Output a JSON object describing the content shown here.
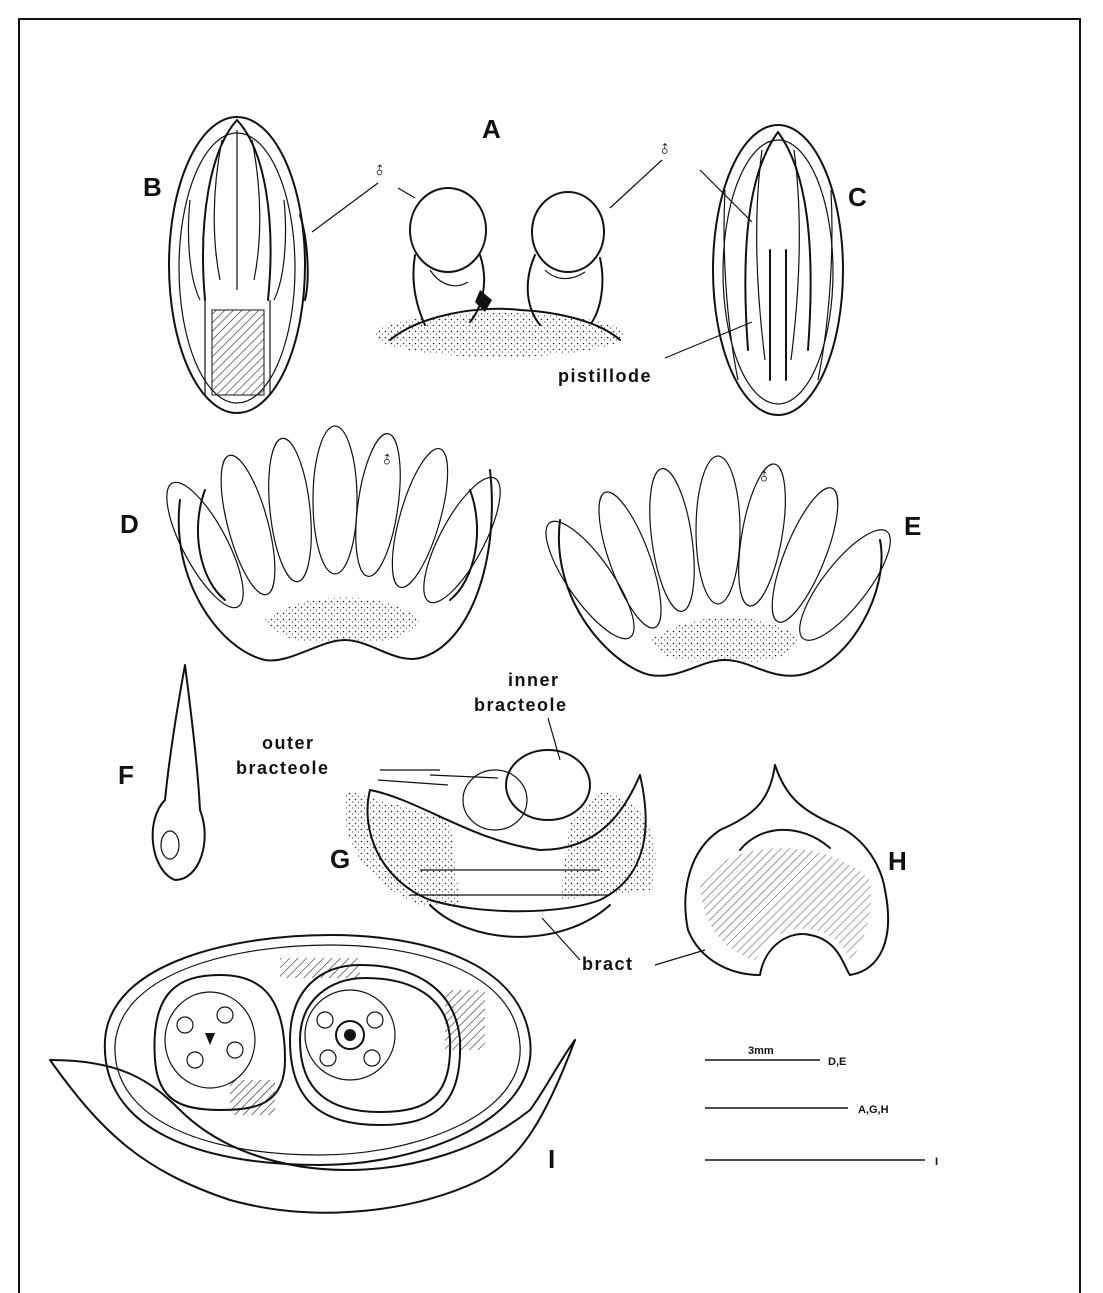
{
  "panels": {
    "A": "A",
    "B": "B",
    "C": "C",
    "D": "D",
    "E": "E",
    "F": "F",
    "G": "G",
    "H": "H",
    "I": "I"
  },
  "symbols": {
    "male": "♂"
  },
  "terms": {
    "pistillode": "pistillode",
    "inner_bracteole_1": "inner",
    "inner_bracteole_2": "bracteole",
    "outer_bracteole_1": "outer",
    "outer_bracteole_2": "bracteole",
    "bract": "bract"
  },
  "scale_bars": [
    {
      "bar_label": "3mm",
      "applies_to": "D,E"
    },
    {
      "bar_label": "",
      "applies_to": "A,G,H"
    },
    {
      "bar_label": "",
      "applies_to": "I"
    }
  ]
}
